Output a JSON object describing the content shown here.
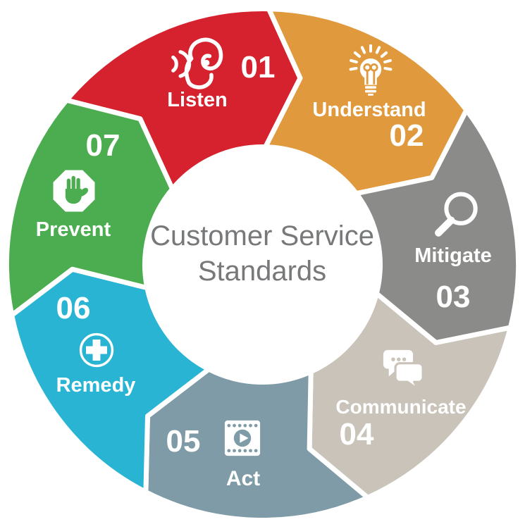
{
  "diagram": {
    "title_lines": [
      "Customer Service",
      "Standards"
    ],
    "title_color": "#77787A",
    "segments": [
      {
        "number": "01",
        "label": "Listen",
        "color": "#D6212E",
        "icon": "ear-icon"
      },
      {
        "number": "02",
        "label": "Understand",
        "color": "#E0993C",
        "icon": "lightbulb-icon"
      },
      {
        "number": "03",
        "label": "Mitigate",
        "color": "#8B8B89",
        "icon": "magnifier-icon"
      },
      {
        "number": "04",
        "label": "Communicate",
        "color": "#C9C3B9",
        "icon": "chat-bubbles-icon"
      },
      {
        "number": "05",
        "label": "Act",
        "color": "#7E9BA7",
        "icon": "film-play-icon"
      },
      {
        "number": "06",
        "label": "Remedy",
        "color": "#29B4D4",
        "icon": "medical-cross-icon"
      },
      {
        "number": "07",
        "label": "Prevent",
        "color": "#4CAD50",
        "icon": "stop-hand-icon"
      }
    ]
  }
}
